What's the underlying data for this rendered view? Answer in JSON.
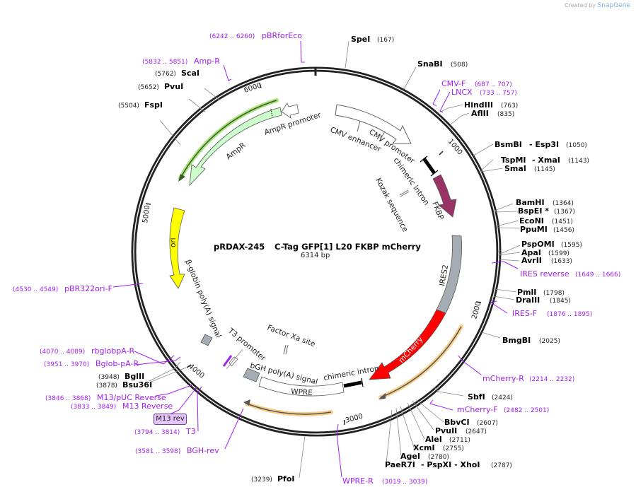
{
  "credit": {
    "prefix": "Created by",
    "brand": "SnapGene"
  },
  "plasmid": {
    "name": "pRDAX-245",
    "description": "C-Tag GFP[1] L20 FKBP mCherry",
    "length": "6314 bp"
  },
  "ticks": [
    "1000",
    "2000",
    "3000",
    "4000",
    "5000",
    "6000"
  ],
  "enzymes": [
    {
      "name": "SpeI",
      "pos": "(167)"
    },
    {
      "name": "SnaBI",
      "pos": "(508)"
    },
    {
      "name": "HindIII",
      "pos": "(763)"
    },
    {
      "name": "AflII",
      "pos": "(835)"
    },
    {
      "name": "BsmBI",
      "alt": "- Esp3I",
      "pos": "(1050)"
    },
    {
      "name": "TspMI",
      "alt": "- XmaI",
      "pos": "(1143)"
    },
    {
      "name": "SmaI",
      "pos": "(1145)"
    },
    {
      "name": "BamHI",
      "pos": "(1364)"
    },
    {
      "name": "BspEI *",
      "pos": "(1367)"
    },
    {
      "name": "EcoNI",
      "pos": "(1451)"
    },
    {
      "name": "PpuMI",
      "pos": "(1456)"
    },
    {
      "name": "PspOMI",
      "pos": "(1595)"
    },
    {
      "name": "ApaI",
      "pos": "(1599)"
    },
    {
      "name": "AvrII",
      "pos": "(1633)"
    },
    {
      "name": "PmlI",
      "pos": "(1798)"
    },
    {
      "name": "DraIII",
      "pos": "(1845)"
    },
    {
      "name": "BmgBI",
      "pos": "(2025)"
    },
    {
      "name": "SbfI",
      "pos": "(2424)"
    },
    {
      "name": "BbvCI",
      "pos": "(2607)"
    },
    {
      "name": "PvuII",
      "pos": "(2647)"
    },
    {
      "name": "AleI",
      "pos": "(2711)"
    },
    {
      "name": "XcmI",
      "pos": "(2755)"
    },
    {
      "name": "AgeI",
      "pos": "(2780)"
    },
    {
      "name": "PaeR7I",
      "alt": "- PspXI   - XhoI",
      "pos": "(2787)"
    },
    {
      "name": "PfoI",
      "pos": "(3239)"
    },
    {
      "name": "Bsu36I",
      "pos": "(3878)"
    },
    {
      "name": "BglII",
      "pos": "(3948)"
    },
    {
      "name": "FspI",
      "pos": "(5504)"
    },
    {
      "name": "PvuI",
      "pos": "(5652)"
    },
    {
      "name": "ScaI",
      "pos": "(5762)"
    }
  ],
  "primers": [
    {
      "name": "pBRforEco",
      "pos": "(6242 .. 6260)"
    },
    {
      "name": "Amp-R",
      "pos": "(5832 .. 5851)"
    },
    {
      "name": "CMV-F",
      "pos": "(687 .. 707)"
    },
    {
      "name": "LNCX",
      "pos": "(733 .. 757)"
    },
    {
      "name": "IRES reverse",
      "pos": "(1649 .. 1666)"
    },
    {
      "name": "IRES-F",
      "pos": "(1876 .. 1895)"
    },
    {
      "name": "mCherry-R",
      "pos": "(2214 .. 2232)"
    },
    {
      "name": "mCherry-F",
      "pos": "(2482 .. 2501)"
    },
    {
      "name": "WPRE-R",
      "pos": "(3019 .. 3039)"
    },
    {
      "name": "BGH-rev",
      "pos": "(3581 .. 3598)"
    },
    {
      "name": "T3",
      "pos": "(3794 .. 3814)"
    },
    {
      "name": "M13 Reverse",
      "pos": "(3833 .. 3849)"
    },
    {
      "name": "M13/pUC Reverse",
      "pos": "(3846 .. 3868)"
    },
    {
      "name": "Bglob-pA-R",
      "pos": "(3951 .. 3970)"
    },
    {
      "name": "rbglobpA-R",
      "pos": "(4070 .. 4089)"
    },
    {
      "name": "pBR322ori-F",
      "pos": "(4530 .. 4549)"
    }
  ],
  "features": {
    "cmv_enhancer": "CMV enhancer",
    "cmv_promoter": "CMV promoter",
    "chimeric_intron_1": "chimeric intron",
    "kozak": "Kozak sequence",
    "fkbp": "FKBP",
    "ires2": "IRES2",
    "mcherry": "mCherry",
    "chimeric_intron_2": "chimeric intron",
    "wpre": "WPRE",
    "bgh": "bGH poly(A) signal",
    "factor_xa": "Factor Xa site",
    "t3_promoter": "T3 promoter",
    "bglobin": "β-globin poly(A) signal",
    "ori": "ori",
    "ampr": "AmpR",
    "ampr_promoter": "AmpR promoter",
    "m13rev_box": "M13 rev"
  },
  "colors": {
    "primer": "#a020f0",
    "fkbp": "#993366",
    "mcherry": "#ff0000",
    "ires2": "#a6acb3",
    "ori": "#ffff00",
    "ampr": "#ccffcc",
    "orf_green": "#a9e27a",
    "orf_orange": "#f8cf8b"
  }
}
